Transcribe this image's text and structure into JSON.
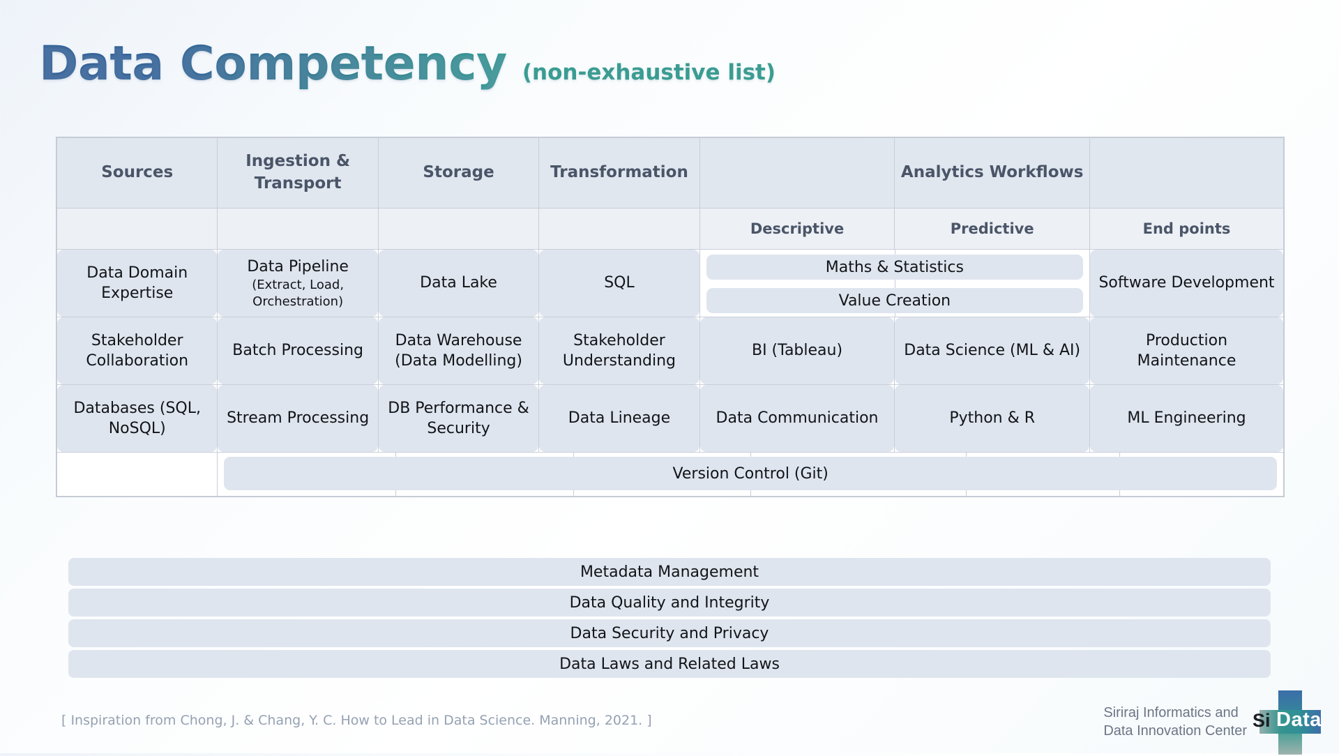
{
  "title": {
    "main": "Data Competency",
    "subtitle": "(non-exhaustive list)"
  },
  "table": {
    "headers": [
      "Sources",
      "Ingestion & Transport",
      "Storage",
      "Transformation",
      "",
      "Analytics Workflows",
      ""
    ],
    "header_group_label": "Analytics Workflows",
    "subheaders": [
      "",
      "",
      "",
      "",
      "Descriptive",
      "Predictive",
      "End points"
    ],
    "rows": [
      {
        "cells": [
          {
            "main": "Data Domain Expertise",
            "sub": ""
          },
          {
            "main": "Data Pipeline",
            "sub": "(Extract, Load, Orchestration)"
          },
          {
            "main": "Data Lake",
            "sub": ""
          },
          {
            "main": "SQL",
            "sub": ""
          },
          {
            "main": "",
            "sub": ""
          },
          {
            "main": "",
            "sub": ""
          },
          {
            "main": "Software Development",
            "sub": ""
          }
        ]
      },
      {
        "cells": [
          {
            "main": "Stakeholder Collaboration",
            "sub": ""
          },
          {
            "main": "Batch Processing",
            "sub": ""
          },
          {
            "main": "Data Warehouse (Data Modelling)",
            "sub": ""
          },
          {
            "main": "Stakeholder Understanding",
            "sub": ""
          },
          {
            "main": "BI (Tableau)",
            "sub": ""
          },
          {
            "main": "Data Science (ML & AI)",
            "sub": ""
          },
          {
            "main": "Production Maintenance",
            "sub": ""
          }
        ]
      },
      {
        "cells": [
          {
            "main": "Databases (SQL, NoSQL)",
            "sub": ""
          },
          {
            "main": "Stream Processing",
            "sub": ""
          },
          {
            "main": "DB Performance & Security",
            "sub": ""
          },
          {
            "main": "Data Lineage",
            "sub": ""
          },
          {
            "main": "Data Communication",
            "sub": ""
          },
          {
            "main": "Python & R",
            "sub": ""
          },
          {
            "main": "ML Engineering",
            "sub": ""
          }
        ]
      }
    ],
    "analytics_span_bars": [
      "Maths & Statistics",
      "Value Creation"
    ],
    "version_control_bar": "Version Control (Git)"
  },
  "bottom_bars": [
    "Metadata Management",
    "Data Quality and Integrity",
    "Data Security and Privacy",
    "Data Laws and Related Laws"
  ],
  "footer": {
    "credit": "[ Inspiration from Chong, J. & Chang, Y. C. How to Lead in Data Science. Manning, 2021. ]",
    "org_line1": "Siriraj Informatics and",
    "org_line2": "Data Innovation Center",
    "logo_si": "Si",
    "logo_data": "Data"
  },
  "colors": {
    "pill": "#dfe5ee",
    "header": "#e1e7ef",
    "subheader": "#edf0f5",
    "header_text": "#4a5568",
    "title_blue": "#2e5d96",
    "title_teal": "#2f9a91"
  }
}
